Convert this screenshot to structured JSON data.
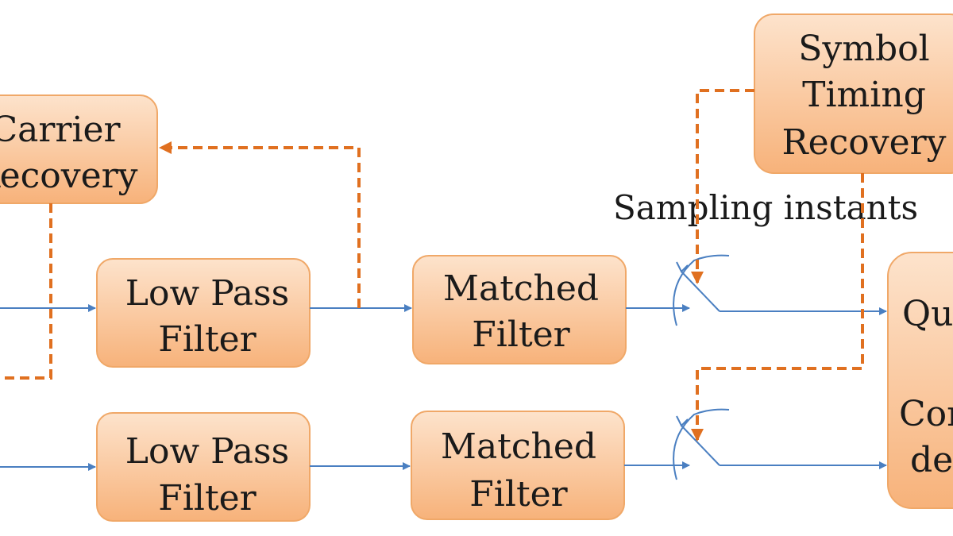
{
  "colors": {
    "box_fill_top": "#fde3cc",
    "box_fill_bottom": "#f7b27a",
    "box_stroke": "#f0a868",
    "signal_line": "#4a7fc1",
    "control_line": "#e07020",
    "text": "#1a1a1a"
  },
  "blocks": {
    "carrier_recovery": {
      "line1": "Carrier",
      "line2": "Recovery"
    },
    "symbol_timing_recovery": {
      "line1": "Symbol",
      "line2": "Timing",
      "line3": "Recovery"
    },
    "lpf_top": {
      "line1": "Low Pass",
      "line2": "Filter"
    },
    "lpf_bottom": {
      "line1": "Low Pass",
      "line2": "Filter"
    },
    "mf_top": {
      "line1": "Matched",
      "line2": "Filter"
    },
    "mf_bottom": {
      "line1": "Matched",
      "line2": "Filter"
    },
    "quantizer": {
      "line1": "Qua",
      "line2": "Con",
      "line3": "de"
    }
  },
  "labels": {
    "sampling_instants": "Sampling instants"
  }
}
